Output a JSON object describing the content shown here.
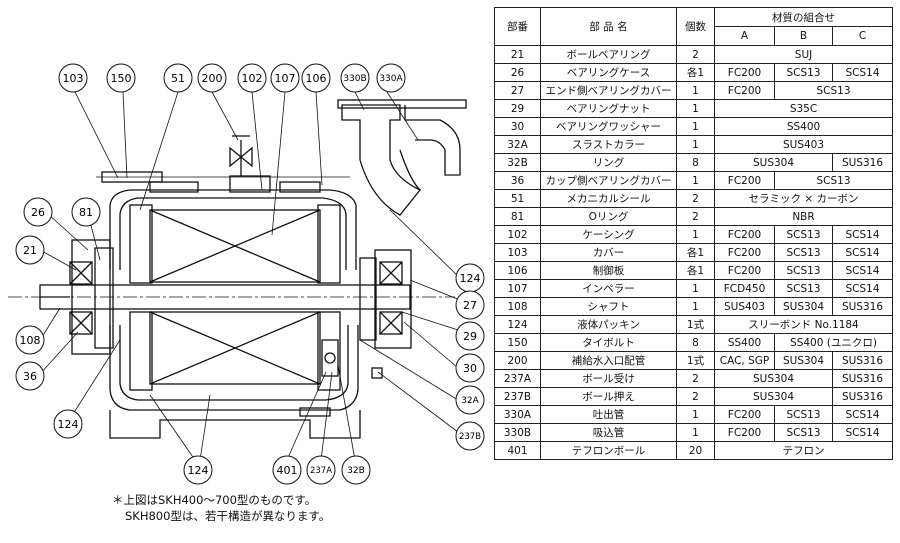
{
  "drawing": {
    "callouts": [
      "103",
      "150",
      "51",
      "200",
      "102",
      "107",
      "106",
      "330B",
      "330A",
      "26",
      "81",
      "21",
      "124",
      "27",
      "108",
      "29",
      "36",
      "30",
      "32A",
      "124",
      "237B",
      "124",
      "401",
      "237A",
      "32B"
    ]
  },
  "notes": {
    "line1": "＊上図はSKH400～700型のものです。",
    "line2": "SKH800型は、若干構造が異なります。"
  },
  "table": {
    "headers": {
      "part_no": "部番",
      "part_name": "部 品 名",
      "qty": "個数",
      "material": "材質の組合せ",
      "a": "A",
      "b": "B",
      "c": "C"
    },
    "rows": [
      {
        "no": "21",
        "name": "ボールベアリング",
        "qty": "2",
        "span": 3,
        "m": [
          "SUJ"
        ]
      },
      {
        "no": "26",
        "name": "ベアリングケース",
        "qty": "各1",
        "span": 0,
        "m": [
          "FC200",
          "SCS13",
          "SCS14"
        ]
      },
      {
        "no": "27",
        "name": "エンド側ベアリングカバー",
        "qty": "1",
        "span": 2,
        "m": [
          "FC200",
          "SCS13"
        ]
      },
      {
        "no": "29",
        "name": "ベアリングナット",
        "qty": "1",
        "span": 3,
        "m": [
          "S35C"
        ]
      },
      {
        "no": "30",
        "name": "ベアリングワッシャー",
        "qty": "1",
        "span": 3,
        "m": [
          "SS400"
        ]
      },
      {
        "no": "32A",
        "name": "スラストカラー",
        "qty": "1",
        "span": 3,
        "m": [
          "SUS403"
        ]
      },
      {
        "no": "32B",
        "name": "リング",
        "qty": "8",
        "span": 1,
        "m": [
          "SUS304",
          "SUS316"
        ]
      },
      {
        "no": "36",
        "name": "カップ側ベアリングカバー",
        "qty": "1",
        "span": 2,
        "m": [
          "FC200",
          "SCS13"
        ]
      },
      {
        "no": "51",
        "name": "メカニカルシール",
        "qty": "2",
        "span": 3,
        "m": [
          "セラミック × カーボン"
        ]
      },
      {
        "no": "81",
        "name": "Oリング",
        "qty": "2",
        "span": 3,
        "m": [
          "NBR"
        ]
      },
      {
        "no": "102",
        "name": "ケーシング",
        "qty": "1",
        "span": 0,
        "m": [
          "FC200",
          "SCS13",
          "SCS14"
        ]
      },
      {
        "no": "103",
        "name": "カバー",
        "qty": "各1",
        "span": 0,
        "m": [
          "FC200",
          "SCS13",
          "SCS14"
        ]
      },
      {
        "no": "106",
        "name": "制御板",
        "qty": "各1",
        "span": 0,
        "m": [
          "FC200",
          "SCS13",
          "SCS14"
        ]
      },
      {
        "no": "107",
        "name": "インペラー",
        "qty": "1",
        "span": 0,
        "m": [
          "FCD450",
          "SCS13",
          "SCS14"
        ]
      },
      {
        "no": "108",
        "name": "シャフト",
        "qty": "1",
        "span": 0,
        "m": [
          "SUS403",
          "SUS304",
          "SUS316"
        ]
      },
      {
        "no": "124",
        "name": "液体パッキン",
        "qty": "1式",
        "span": 3,
        "m": [
          "スリーボンド No.1184"
        ]
      },
      {
        "no": "150",
        "name": "タイボルト",
        "qty": "8",
        "span": 2,
        "m": [
          "SS400",
          "SS400 (ユニクロ)"
        ]
      },
      {
        "no": "200",
        "name": "補給水入口配管",
        "qty": "1式",
        "span": 0,
        "m": [
          "CAC, SGP",
          "SUS304",
          "SUS316"
        ]
      },
      {
        "no": "237A",
        "name": "ボール受け",
        "qty": "2",
        "span": 1,
        "m": [
          "SUS304",
          "SUS316"
        ]
      },
      {
        "no": "237B",
        "name": "ボール押え",
        "qty": "2",
        "span": 1,
        "m": [
          "SUS304",
          "SUS316"
        ]
      },
      {
        "no": "330A",
        "name": "吐出管",
        "qty": "1",
        "span": 0,
        "m": [
          "FC200",
          "SCS13",
          "SCS14"
        ]
      },
      {
        "no": "330B",
        "name": "吸込管",
        "qty": "1",
        "span": 0,
        "m": [
          "FC200",
          "SCS13",
          "SCS14"
        ]
      },
      {
        "no": "401",
        "name": "テフロンボール",
        "qty": "20",
        "span": 3,
        "m": [
          "テフロン"
        ]
      }
    ]
  }
}
